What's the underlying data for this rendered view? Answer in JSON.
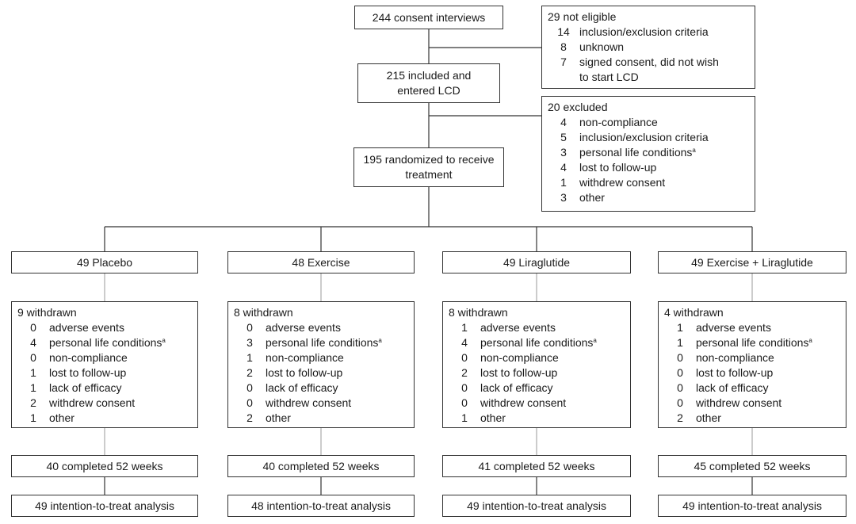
{
  "consent": {
    "text": "244 consent interviews"
  },
  "not_eligible": {
    "title": "29 not eligible",
    "items": [
      {
        "n": "14",
        "label": "inclusion/exclusion criteria"
      },
      {
        "n": "8",
        "label": "unknown"
      },
      {
        "n": "7",
        "label": "signed consent, did not wish",
        "label2": "to start LCD"
      }
    ]
  },
  "included": {
    "line1": "215 included and",
    "line2": "entered LCD"
  },
  "excluded": {
    "title": "20 excluded",
    "items": [
      {
        "n": "4",
        "label": "non-compliance"
      },
      {
        "n": "5",
        "label": "inclusion/exclusion criteria"
      },
      {
        "n": "3",
        "label": "personal life conditions",
        "sup": "a"
      },
      {
        "n": "4",
        "label": "lost to follow-up"
      },
      {
        "n": "1",
        "label": "withdrew consent"
      },
      {
        "n": "3",
        "label": "other"
      }
    ]
  },
  "randomized": {
    "line1": "195 randomized to receive",
    "line2": "treatment"
  },
  "arms": [
    {
      "name": "49 Placebo",
      "withdrawn_title": "9 withdrawn",
      "withdrawn": [
        {
          "n": "0",
          "label": "adverse events"
        },
        {
          "n": "4",
          "label": "personal life conditions",
          "sup": "a"
        },
        {
          "n": "0",
          "label": "non-compliance"
        },
        {
          "n": "1",
          "label": "lost to follow-up"
        },
        {
          "n": "1",
          "label": "lack of efficacy"
        },
        {
          "n": "2",
          "label": "withdrew consent"
        },
        {
          "n": "1",
          "label": "other"
        }
      ],
      "completed": "40 completed 52 weeks",
      "itt": "49 intention-to-treat analysis"
    },
    {
      "name": "48 Exercise",
      "withdrawn_title": "8 withdrawn",
      "withdrawn": [
        {
          "n": "0",
          "label": "adverse events"
        },
        {
          "n": "3",
          "label": "personal life conditions",
          "sup": "a"
        },
        {
          "n": "1",
          "label": "non-compliance"
        },
        {
          "n": "2",
          "label": "lost to follow-up"
        },
        {
          "n": "0",
          "label": "lack of efficacy"
        },
        {
          "n": "0",
          "label": "withdrew consent"
        },
        {
          "n": "2",
          "label": "other"
        }
      ],
      "completed": "40 completed 52 weeks",
      "itt": "48 intention-to-treat analysis"
    },
    {
      "name": "49 Liraglutide",
      "withdrawn_title": "8 withdrawn",
      "withdrawn": [
        {
          "n": "1",
          "label": "adverse events"
        },
        {
          "n": "4",
          "label": "personal life conditions",
          "sup": "a"
        },
        {
          "n": "0",
          "label": "non-compliance"
        },
        {
          "n": "2",
          "label": "lost to follow-up"
        },
        {
          "n": "0",
          "label": "lack of efficacy"
        },
        {
          "n": "0",
          "label": "withdrew consent"
        },
        {
          "n": "1",
          "label": "other"
        }
      ],
      "completed": "41 completed 52 weeks",
      "itt": "49 intention-to-treat analysis"
    },
    {
      "name": "49 Exercise + Liraglutide",
      "withdrawn_title": "4 withdrawn",
      "withdrawn": [
        {
          "n": "1",
          "label": "adverse events"
        },
        {
          "n": "1",
          "label": "personal life conditions",
          "sup": "a"
        },
        {
          "n": "0",
          "label": "non-compliance"
        },
        {
          "n": "0",
          "label": "lost to follow-up"
        },
        {
          "n": "0",
          "label": "lack of efficacy"
        },
        {
          "n": "0",
          "label": "withdrew consent"
        },
        {
          "n": "2",
          "label": "other"
        }
      ],
      "completed": "45 completed 52 weeks",
      "itt": "49 intention-to-treat analysis"
    }
  ]
}
